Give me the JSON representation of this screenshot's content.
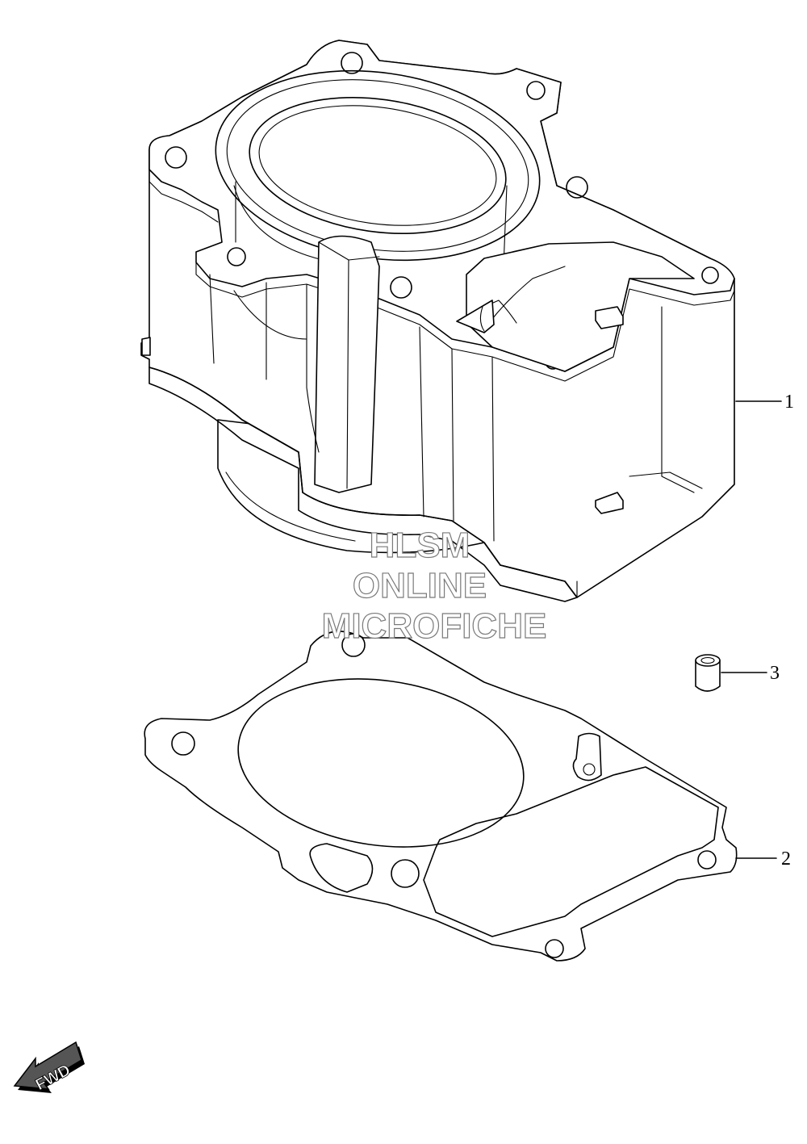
{
  "diagram": {
    "parts": [
      {
        "id": "cylinder",
        "callout": "1"
      },
      {
        "id": "cylinder-gasket",
        "callout": "2"
      },
      {
        "id": "dowel-pin",
        "callout": "3"
      }
    ],
    "watermark": {
      "line1": "HLSM",
      "line2": "ONLINE",
      "line3": "MICROFICHE"
    },
    "direction_indicator": {
      "label": "FWD",
      "icon": "fwd-arrow-icon"
    }
  }
}
